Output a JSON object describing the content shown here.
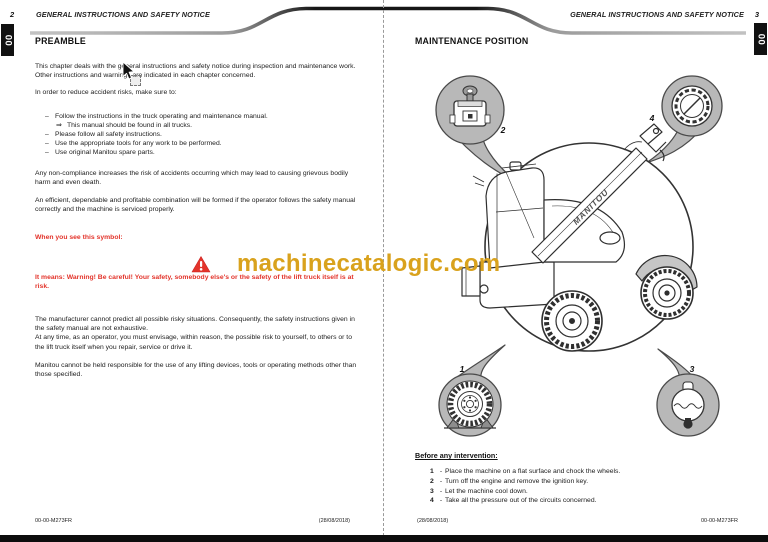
{
  "watermark": {
    "text": "machinecatalogic.com",
    "color": "#d9a21d"
  },
  "colors": {
    "accent_red": "#e3342b",
    "tab_background": "#111111",
    "swoosh_gray": "#b5b5b5",
    "swoosh_dark": "#161616",
    "callout_gray": "#b8b8b8",
    "watermark_gold": "#d9a21d"
  },
  "left_page": {
    "page_number": "2",
    "header_title": "GENERAL INSTRUCTIONS AND SAFETY NOTICE",
    "tab_label": "00",
    "section_title": "PREAMBLE",
    "para_intro": "This chapter deals with the general instructions and safety notice during inspection and maintenance work.",
    "para_intro2": "Other instructions and warnings are indicated in each chapter concerned.",
    "para_reduce": "In order to reduce accident risks, make sure to:",
    "bullets": [
      {
        "mark": "–",
        "text": "Follow the instructions in the truck operating and maintenance manual."
      },
      {
        "mark": "⇒",
        "text": "This manual should be found in all trucks."
      },
      {
        "mark": "–",
        "text": "Please follow all safety instructions."
      },
      {
        "mark": "–",
        "text": "Use the appropriate tools for any work to be performed."
      },
      {
        "mark": "–",
        "text": "Use original Manitou spare parts."
      }
    ],
    "para_noncompliance": "Any non-compliance increases the risk of accidents occurring which may lead to causing grievous bodily harm and even death.",
    "para_efficient": "An efficient, dependable and profitable combination will be formed if the operator follows the safety manual correctly and the machine is serviced properly.",
    "red_symbol_intro": "When you see this symbol:",
    "warning_icon": "warning-triangle-icon",
    "red_symbol_meaning": "It means: Warning! Be careful! Your safety, somebody else's or the safety of the lift truck itself is at risk.",
    "para_manufacturer1": "The manufacturer cannot predict all possible risky situations. Consequently, the safety instructions given in the safety manual are not exhaustive.",
    "para_manufacturer2": "At any time, as an operator, you must envisage, within reason, the possible risk to yourself, to others or to the lift truck itself when you repair, service or drive it.",
    "para_manitou": "Manitou cannot be held responsible for the use of any lifting devices, tools or operating methods other than those specified.",
    "footer_code": "00-00-M273FR",
    "footer_date": "(28/08/2018)"
  },
  "right_page": {
    "page_number": "3",
    "header_title": "GENERAL INSTRUCTIONS AND SAFETY NOTICE",
    "tab_label": "00",
    "section_title": "MAINTENANCE POSITION",
    "diagram": {
      "machine_brand": "MANITOU",
      "machine": "telehandler-line-drawing",
      "callouts": [
        {
          "number": "1",
          "icon": "wheel-chock-icon"
        },
        {
          "number": "2",
          "icon": "ignition-key-icon"
        },
        {
          "number": "3",
          "icon": "pressure-accumulator-icon"
        },
        {
          "number": "4",
          "icon": "filler-cap-icon"
        }
      ]
    },
    "before_title": "Before any intervention:",
    "step_separator": "-",
    "steps": [
      {
        "num": "1",
        "text": "Place the machine on a flat surface and chock the wheels."
      },
      {
        "num": "2",
        "text": "Turn off the engine and remove the ignition key."
      },
      {
        "num": "3",
        "text": "Let the machine cool down."
      },
      {
        "num": "4",
        "text": "Take all the pressure out of the circuits concerned."
      }
    ],
    "footer_date": "(28/08/2018)",
    "footer_code": "00-00-M273FR"
  }
}
